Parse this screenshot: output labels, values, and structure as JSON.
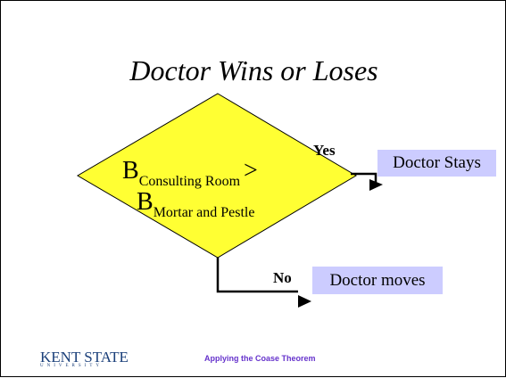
{
  "slide": {
    "title": "Doctor Wins or Loses"
  },
  "decision": {
    "line1_main": "B",
    "line1_sub": "Consulting Room",
    "line1_op": ">",
    "line2_main": "B",
    "line2_sub": "Mortar and Pestle"
  },
  "branches": {
    "yes_label": "Yes",
    "yes_result": "Doctor Stays",
    "no_label": "No",
    "no_result": "Doctor moves"
  },
  "footer": {
    "logo_text": "KENT STATE",
    "logo_subtext": "UNIVERSITY",
    "caption": "Applying the Coase Theorem"
  },
  "colors": {
    "diamond_fill": "#ffff33",
    "result_box": "#ccccff",
    "caption": "#6633cc",
    "logo": "#1a3f7a"
  }
}
